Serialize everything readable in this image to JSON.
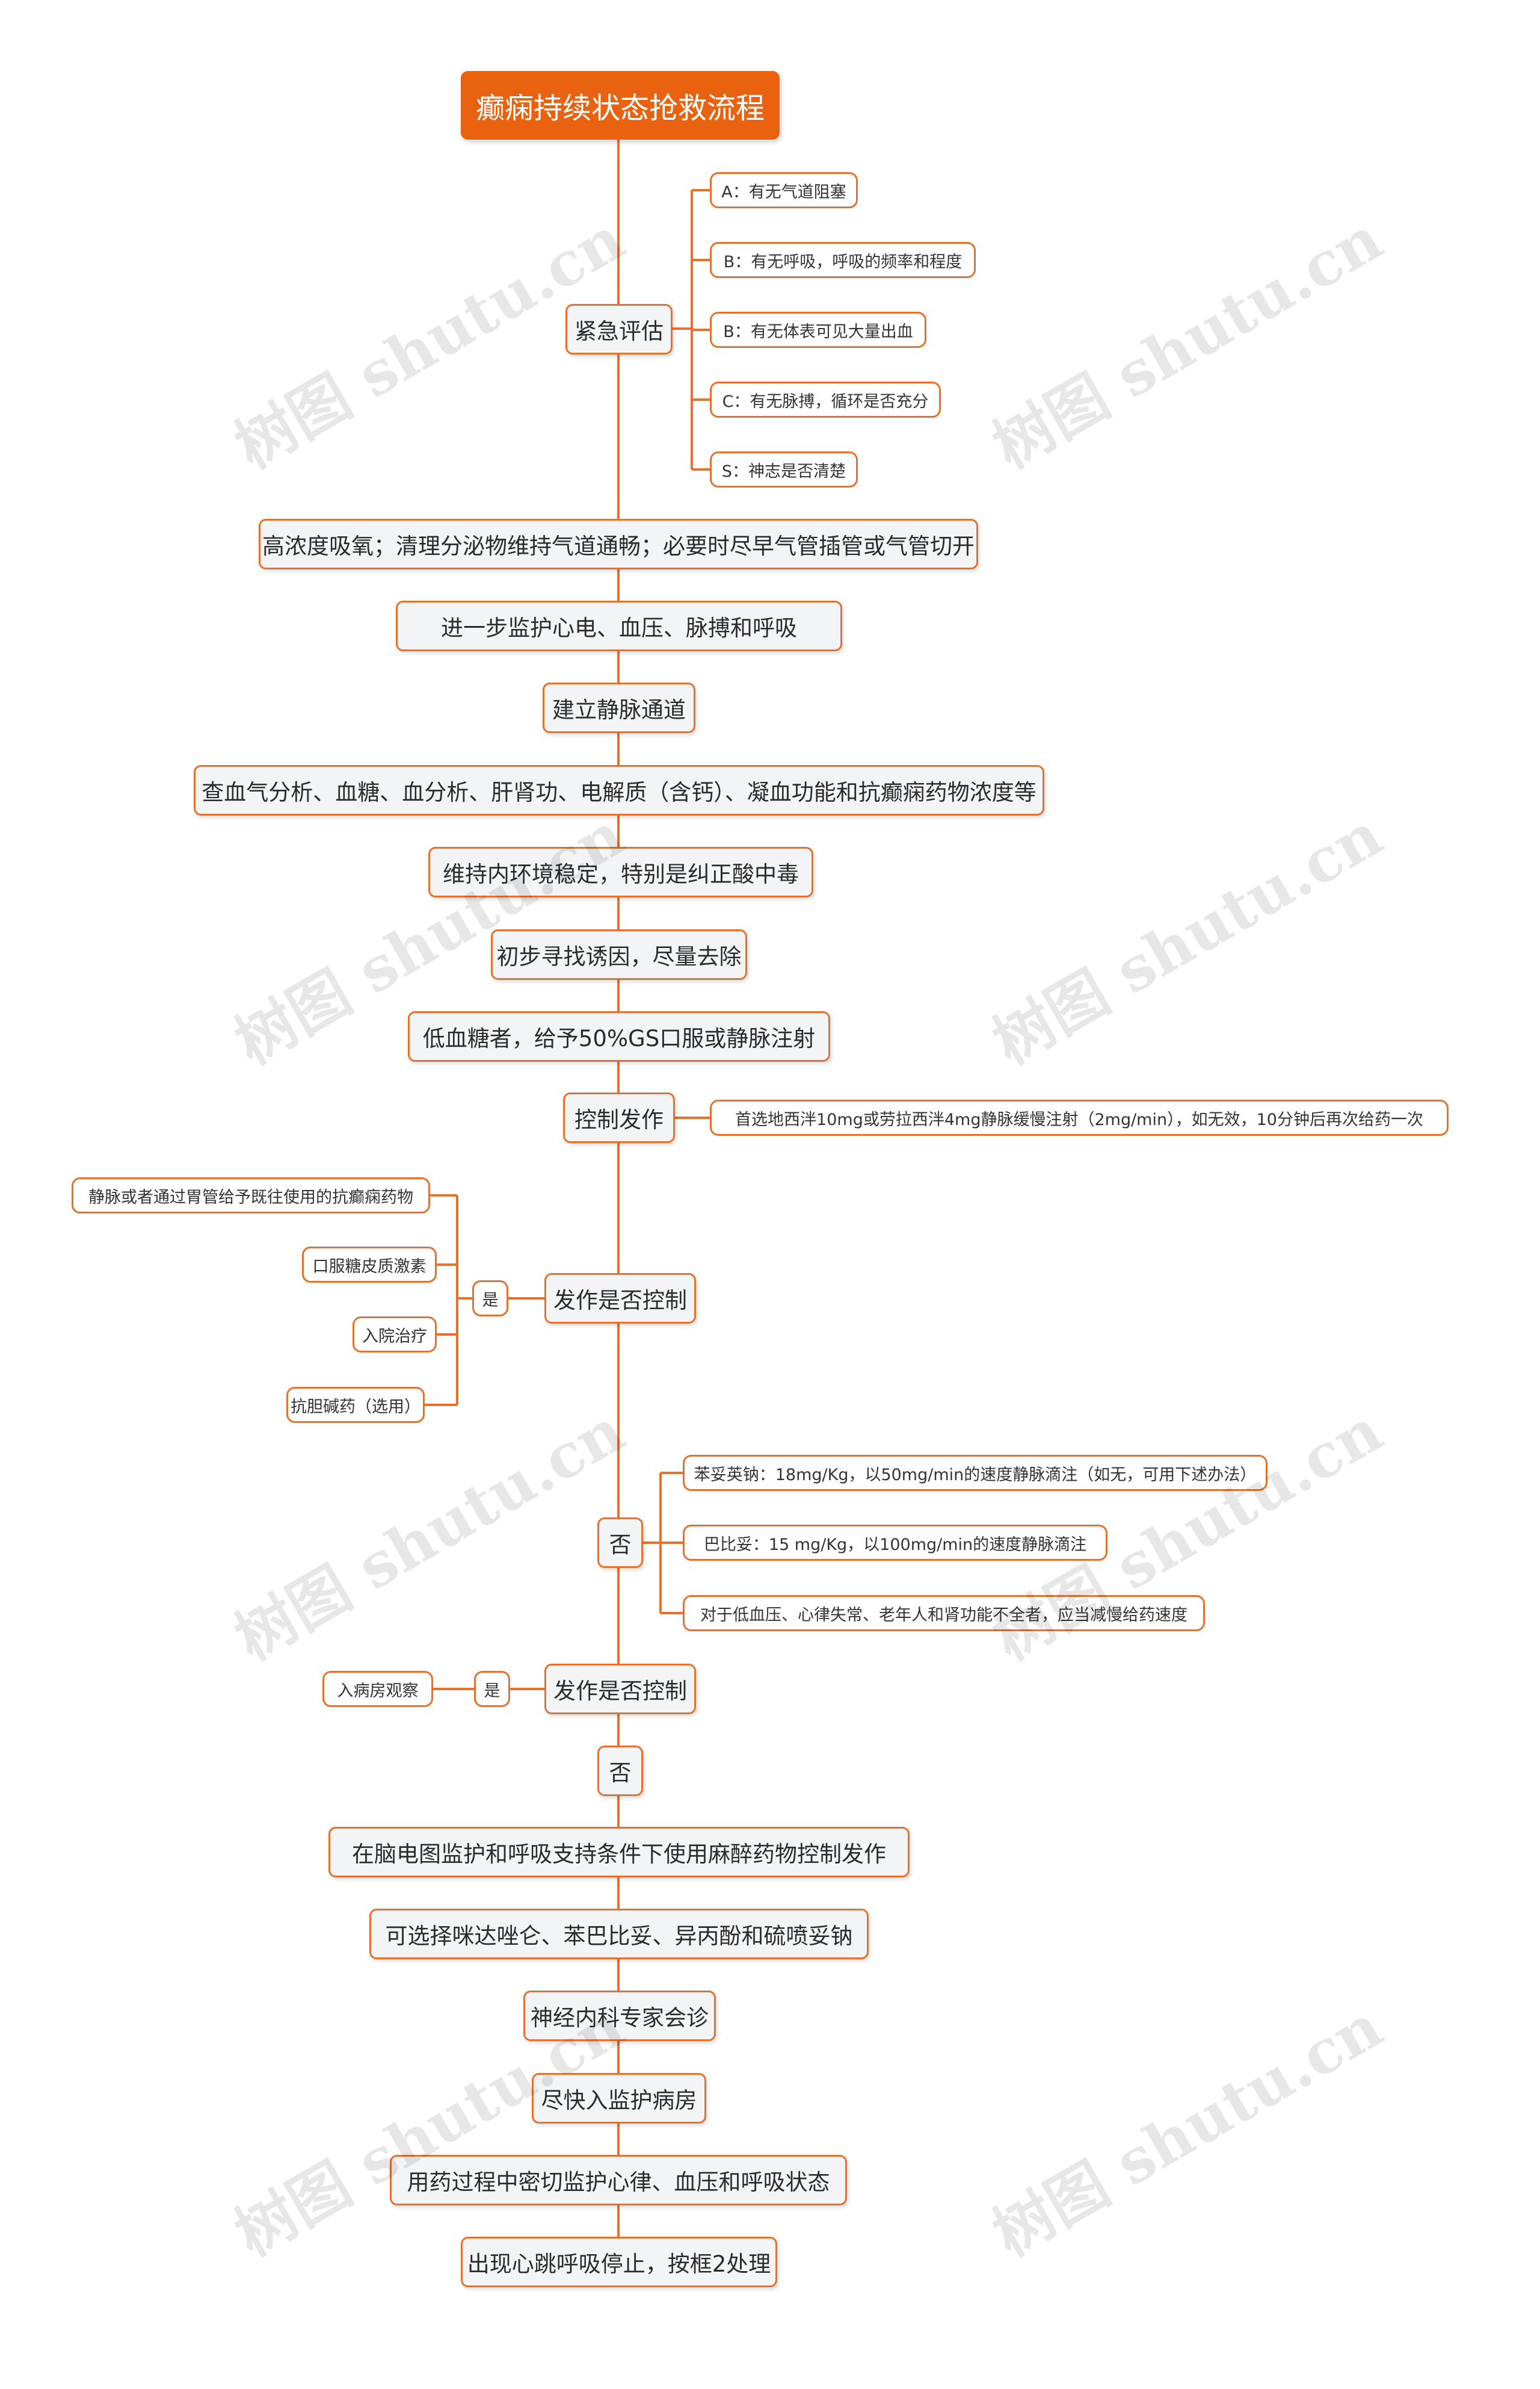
{
  "title": "癫痫持续状态抢救流程",
  "assessment": {
    "label": "紧急评估",
    "items": [
      "A：有无气道阻塞",
      "B：有无呼吸，呼吸的频率和程度",
      "B：有无体表可见大量出血",
      "C：有无脉搏，循环是否充分",
      "S：神志是否清楚"
    ]
  },
  "steps": [
    "高浓度吸氧；清理分泌物维持气道通畅；必要时尽早气管插管或气管切开",
    "进一步监护心电、血压、脉搏和呼吸",
    "建立静脉通道",
    "查血气分析、血糖、血分析、肝肾功、电解质（含钙）、凝血功能和抗癫痫药物浓度等",
    "维持内环境稳定，特别是纠正酸中毒",
    "初步寻找诱因，尽量去除",
    "低血糖者，给予50%GS口服或静脉注射"
  ],
  "control": {
    "label": "控制发作",
    "note": "首选地西泮10mg或劳拉西泮4mg静脉缓慢注射（2mg/min），如无效，10分钟后再次给药一次"
  },
  "check1": {
    "label": "发作是否控制",
    "yes": "是",
    "yes_items": [
      "静脉或者通过胃管给予既往使用的抗癫痫药物",
      "口服糖皮质激素",
      "入院治疗",
      "抗胆碱药（选用）"
    ],
    "no": "否",
    "no_items": [
      "苯妥英钠：18mg/Kg，以50mg/min的速度静脉滴注（如无，可用下述办法）",
      "巴比妥：15 mg/Kg，以100mg/min的速度静脉滴注",
      "对于低血压、心律失常、老年人和肾功能不全者，应当减慢给药速度"
    ]
  },
  "check2": {
    "label": "发作是否控制",
    "yes": "是",
    "yes_item": "入病房观察",
    "no": "否"
  },
  "final_steps": [
    "在脑电图监护和呼吸支持条件下使用麻醉药物控制发作",
    "可选择咪达唑仑、苯巴比妥、异丙酚和硫喷妥钠",
    "神经内科专家会诊",
    "尽快入监护病房",
    "用药过程中密切监护心律、血压和呼吸状态",
    "出现心跳呼吸停止，按框2处理"
  ],
  "watermark": "树图 shutu.cn",
  "colors": {
    "accent": "#e8702a",
    "root": "#e8620f",
    "node_bg": "#f3f4f6"
  }
}
